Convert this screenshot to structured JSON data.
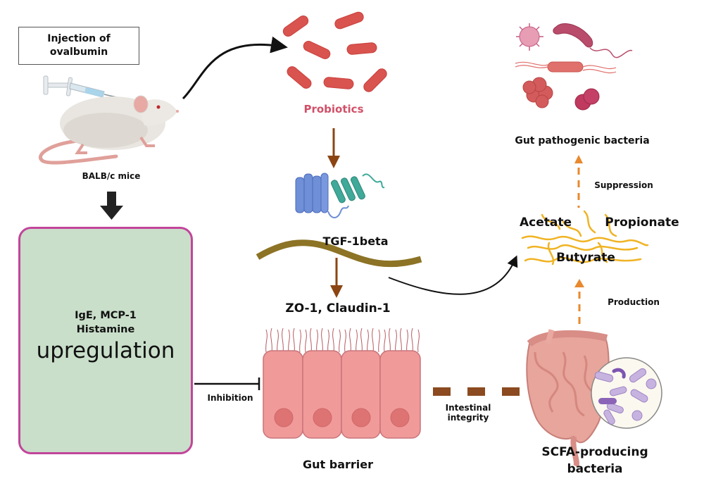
{
  "title": "Probiotic mechanism in ovalbumin-induced allergy model",
  "nodes": {
    "injection": {
      "line1": "Injection of",
      "line2": "ovalbumin"
    },
    "mouse": {
      "label": "BALB/c mice",
      "icon": "mouse-with-syringe-icon"
    },
    "upregulation": {
      "line1": "IgE, MCP-1",
      "line2": "Histamine",
      "line3": "upregulation"
    },
    "probiotics": {
      "label": "Probiotics",
      "icon": "rod-bacteria-icon"
    },
    "tgf": {
      "label": "TGF-1beta",
      "icon": "receptor-protein-icon"
    },
    "tight_junction": {
      "label": "ZO-1, Claudin-1"
    },
    "gut_barrier": {
      "label": "Gut barrier",
      "icon": "epithelial-cells-icon"
    },
    "pathogens": {
      "label": "Gut pathogenic bacteria",
      "icon": "pathogen-bacteria-icon"
    },
    "scfa": {
      "acetate": "Acetate",
      "propionate": "Propionate",
      "butyrate": "Butyrate"
    },
    "scfa_bacteria": {
      "line1": "SCFA-producing",
      "line2": "bacteria",
      "icon": "intestine-icon"
    }
  },
  "edges": {
    "inhibition": "Inhibition",
    "intestinal_integrity": {
      "line1": "Intestinal",
      "line2": "integrity"
    },
    "suppression": "Suppression",
    "production": "Production"
  },
  "colors": {
    "probiotic_red": "#d9534f",
    "probiotic_label": "#d05068",
    "brown_arrow": "#8b4513",
    "orange_dash": "#e8892d",
    "green_box_fill": "#c9dfca",
    "green_box_border": "#c2459a",
    "cell_pink": "#f19a9a",
    "scfa_yellow": "#f0b323",
    "olive_strand": "#8c7325"
  }
}
